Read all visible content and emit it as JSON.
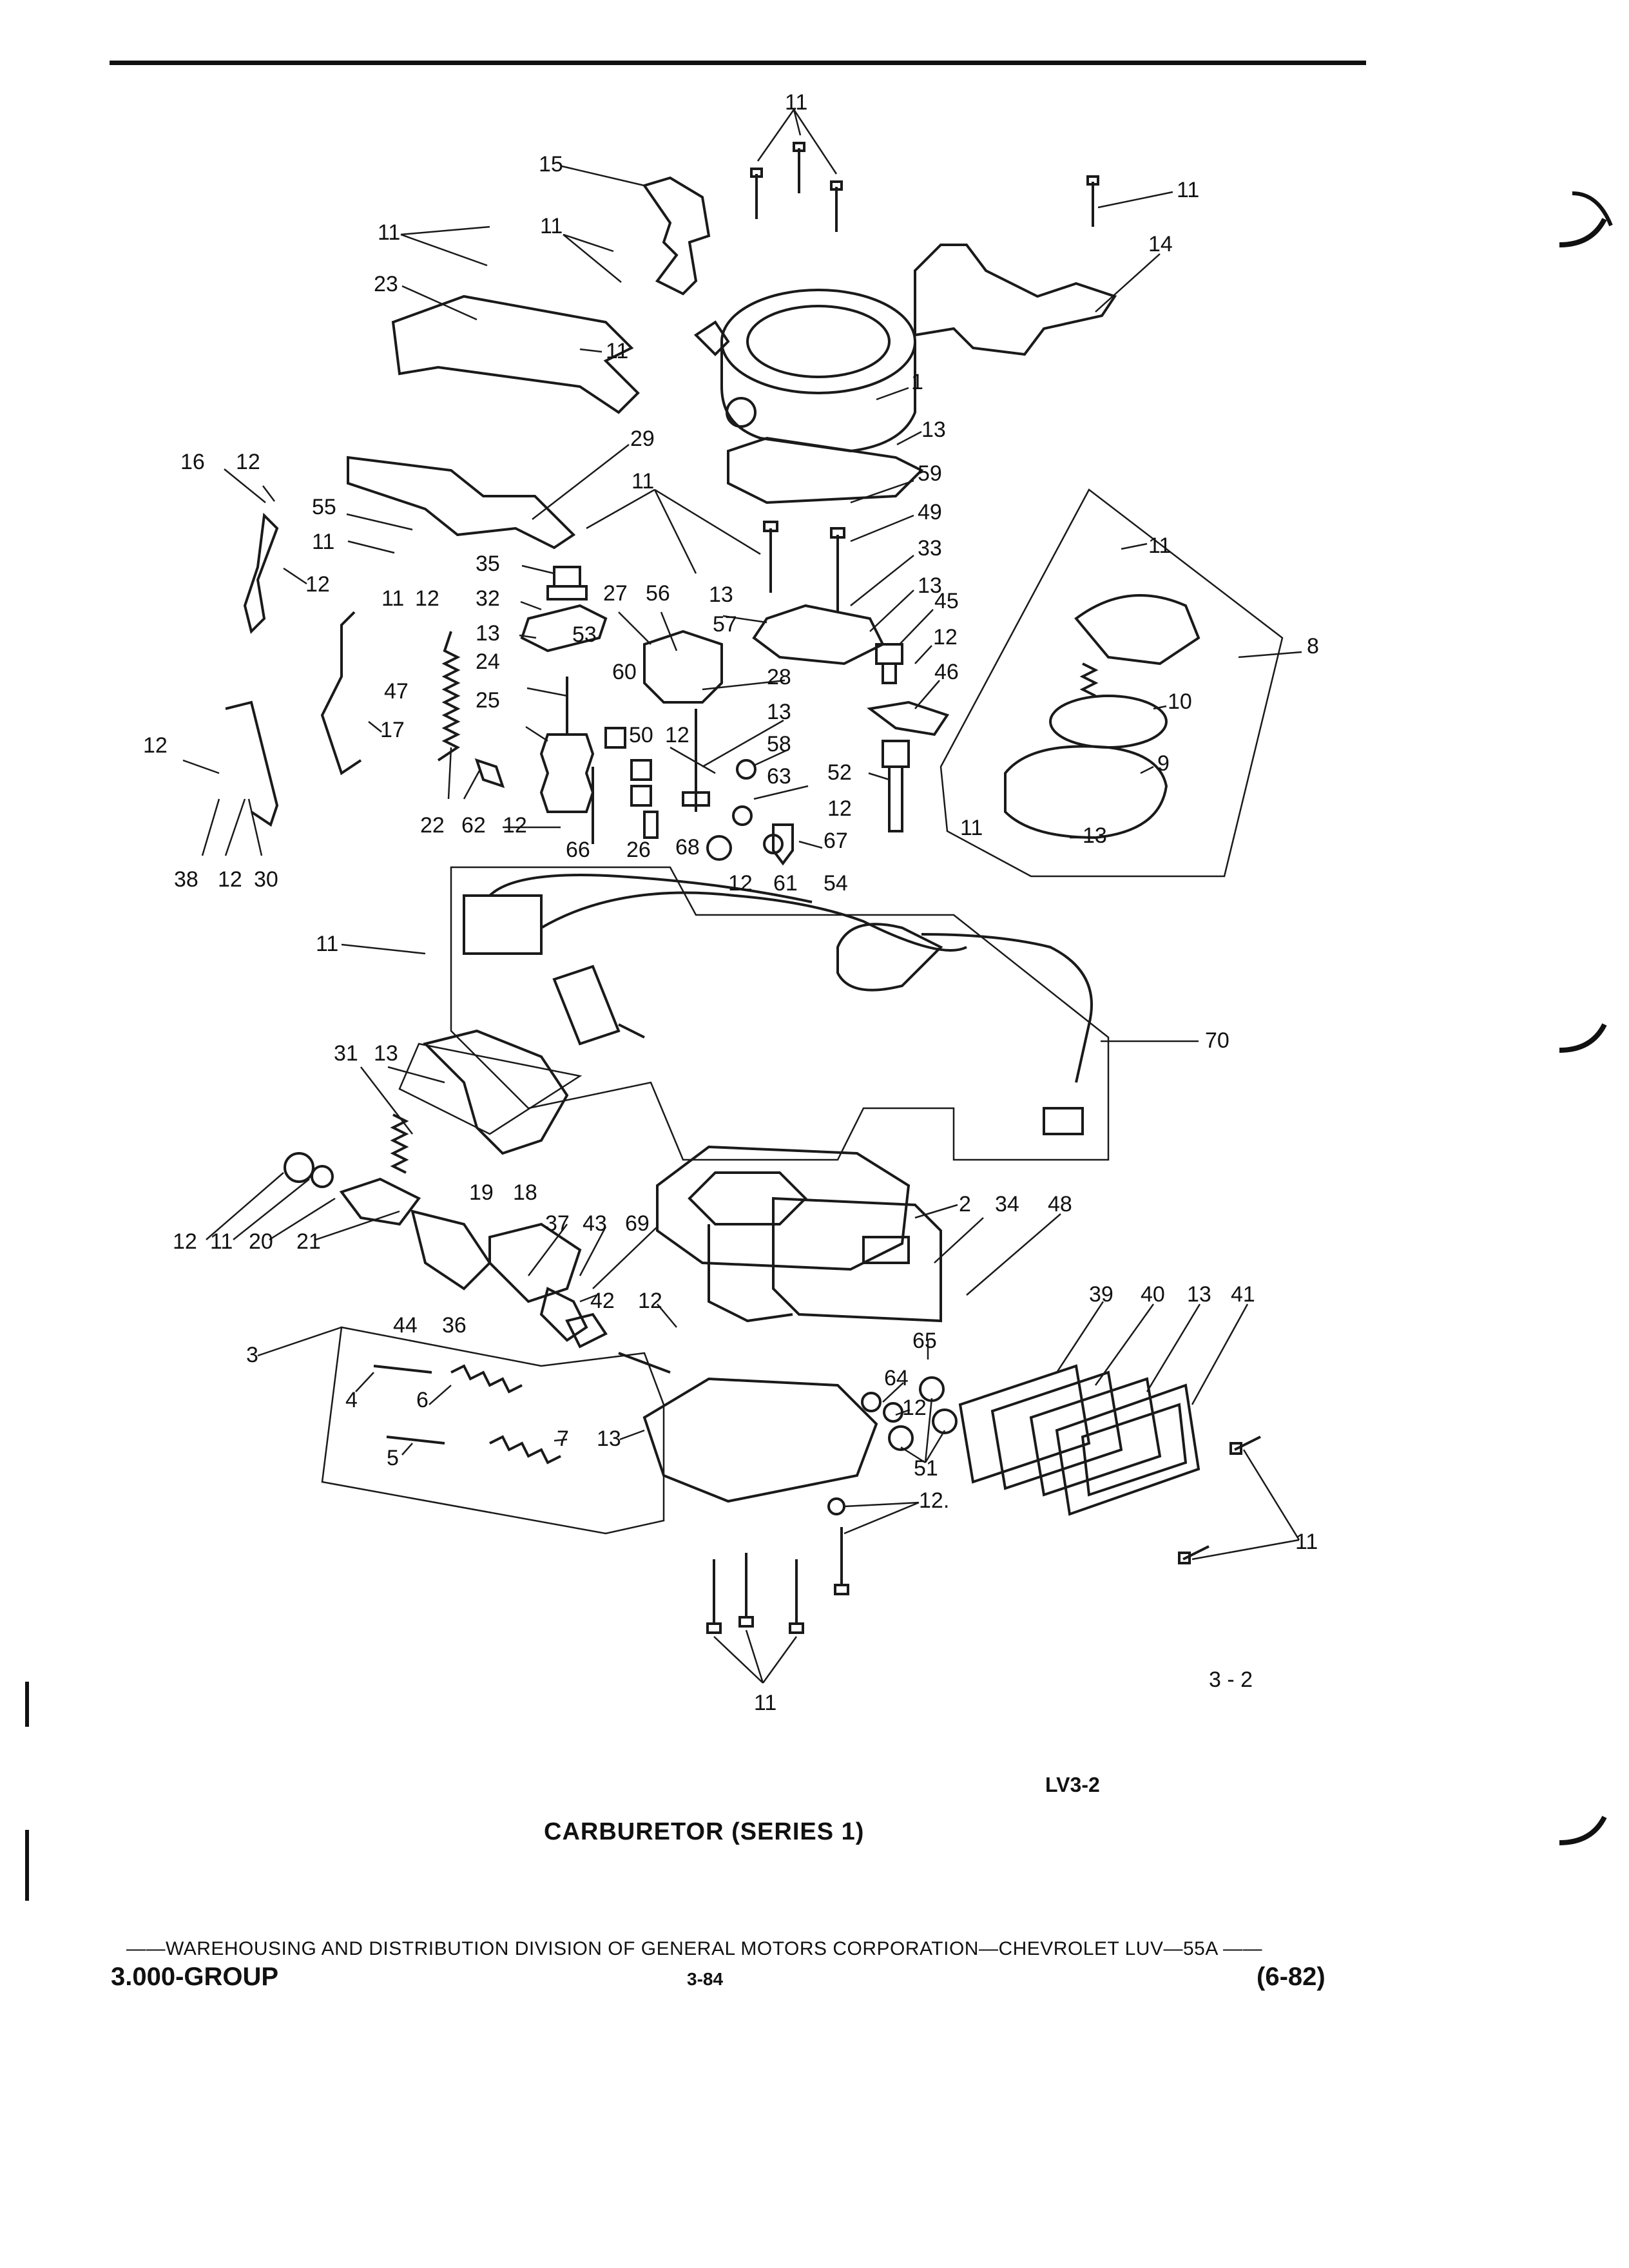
{
  "page": {
    "figure_number": "3 - 2",
    "drawing_code": "LV3-2",
    "caption": "CARBURETOR (SERIES 1)",
    "footer_line": "——WAREHOUSING AND DISTRIBUTION  DIVISION OF GENERAL MOTORS CORPORATION—CHEVROLET LUV—55A  ——",
    "footer_group": "3.000-GROUP",
    "footer_page": "3-84",
    "footer_date": "(6-82)"
  },
  "part_callouts": [
    {
      "key": "c11a",
      "label": "11"
    },
    {
      "key": "c15",
      "label": "15"
    },
    {
      "key": "c11b",
      "label": "11"
    },
    {
      "key": "c11c",
      "label": "11"
    },
    {
      "key": "c11d",
      "label": "11"
    },
    {
      "key": "c14",
      "label": "14"
    },
    {
      "key": "c23",
      "label": "23"
    },
    {
      "key": "c11e",
      "label": "11"
    },
    {
      "key": "c1",
      "label": "1"
    },
    {
      "key": "c13a",
      "label": "13"
    },
    {
      "key": "c29",
      "label": "29"
    },
    {
      "key": "c16",
      "label": "16"
    },
    {
      "key": "c12a",
      "label": "12"
    },
    {
      "key": "c55",
      "label": "55"
    },
    {
      "key": "c11f",
      "label": "11"
    },
    {
      "key": "c12b",
      "label": "12"
    },
    {
      "key": "c11g",
      "label": "11"
    },
    {
      "key": "c59",
      "label": "59"
    },
    {
      "key": "c49",
      "label": "49"
    },
    {
      "key": "c33",
      "label": "33"
    },
    {
      "key": "c13b",
      "label": "13"
    },
    {
      "key": "c11h",
      "label": "11"
    },
    {
      "key": "c8",
      "label": "8"
    },
    {
      "key": "c35",
      "label": "35"
    },
    {
      "key": "c32",
      "label": "32"
    },
    {
      "key": "c27",
      "label": "27"
    },
    {
      "key": "c56",
      "label": "56"
    },
    {
      "key": "c13c",
      "label": "13"
    },
    {
      "key": "c57",
      "label": "57"
    },
    {
      "key": "c45",
      "label": "45"
    },
    {
      "key": "c11i",
      "label": "11"
    },
    {
      "key": "c12c",
      "label": "12"
    },
    {
      "key": "c13d",
      "label": "13"
    },
    {
      "key": "c53",
      "label": "53"
    },
    {
      "key": "c12d",
      "label": "12"
    },
    {
      "key": "c46",
      "label": "46"
    },
    {
      "key": "c60",
      "label": "60"
    },
    {
      "key": "c28",
      "label": "28"
    },
    {
      "key": "c24",
      "label": "24"
    },
    {
      "key": "c47",
      "label": "47"
    },
    {
      "key": "c10",
      "label": "10"
    },
    {
      "key": "c13e",
      "label": "13"
    },
    {
      "key": "c25",
      "label": "25"
    },
    {
      "key": "c17",
      "label": "17"
    },
    {
      "key": "c50",
      "label": "50"
    },
    {
      "key": "c12e",
      "label": "12"
    },
    {
      "key": "c58",
      "label": "58"
    },
    {
      "key": "c9",
      "label": "9"
    },
    {
      "key": "c12f",
      "label": "12"
    },
    {
      "key": "c52",
      "label": "52"
    },
    {
      "key": "c63",
      "label": "63"
    },
    {
      "key": "c12g",
      "label": "12"
    },
    {
      "key": "c22",
      "label": "22"
    },
    {
      "key": "c62",
      "label": "62"
    },
    {
      "key": "c12h",
      "label": "12"
    },
    {
      "key": "c66",
      "label": "66"
    },
    {
      "key": "c26",
      "label": "26"
    },
    {
      "key": "c68",
      "label": "68"
    },
    {
      "key": "c67",
      "label": "67"
    },
    {
      "key": "c11j",
      "label": "11"
    },
    {
      "key": "c13f",
      "label": "13"
    },
    {
      "key": "c38",
      "label": "38"
    },
    {
      "key": "c12i",
      "label": "12"
    },
    {
      "key": "c30",
      "label": "30"
    },
    {
      "key": "c12j",
      "label": "12"
    },
    {
      "key": "c61",
      "label": "61"
    },
    {
      "key": "c54",
      "label": "54"
    },
    {
      "key": "c11k",
      "label": "11"
    },
    {
      "key": "c70",
      "label": "70"
    },
    {
      "key": "c31",
      "label": "31"
    },
    {
      "key": "c13g",
      "label": "13"
    },
    {
      "key": "c19",
      "label": "19"
    },
    {
      "key": "c18",
      "label": "18"
    },
    {
      "key": "c2",
      "label": "2"
    },
    {
      "key": "c34",
      "label": "34"
    },
    {
      "key": "c48",
      "label": "48"
    },
    {
      "key": "c37",
      "label": "37"
    },
    {
      "key": "c43",
      "label": "43"
    },
    {
      "key": "c69",
      "label": "69"
    },
    {
      "key": "c12k",
      "label": "12"
    },
    {
      "key": "c11l",
      "label": "11"
    },
    {
      "key": "c20",
      "label": "20"
    },
    {
      "key": "c21",
      "label": "21"
    },
    {
      "key": "c44",
      "label": "44"
    },
    {
      "key": "c36",
      "label": "36"
    },
    {
      "key": "c42",
      "label": "42"
    },
    {
      "key": "c12l",
      "label": "12"
    },
    {
      "key": "c39",
      "label": "39"
    },
    {
      "key": "c40",
      "label": "40"
    },
    {
      "key": "c13h",
      "label": "13"
    },
    {
      "key": "c41",
      "label": "41"
    },
    {
      "key": "c65",
      "label": "65"
    },
    {
      "key": "c3",
      "label": "3"
    },
    {
      "key": "c4",
      "label": "4"
    },
    {
      "key": "c6",
      "label": "6"
    },
    {
      "key": "c64",
      "label": "64"
    },
    {
      "key": "c12m",
      "label": "12"
    },
    {
      "key": "c13i",
      "label": "13"
    },
    {
      "key": "c5",
      "label": "5"
    },
    {
      "key": "c7",
      "label": "7"
    },
    {
      "key": "c51",
      "label": "51"
    },
    {
      "key": "c12n",
      "label": "12."
    },
    {
      "key": "c11m",
      "label": "11"
    },
    {
      "key": "c11n",
      "label": "11"
    }
  ]
}
